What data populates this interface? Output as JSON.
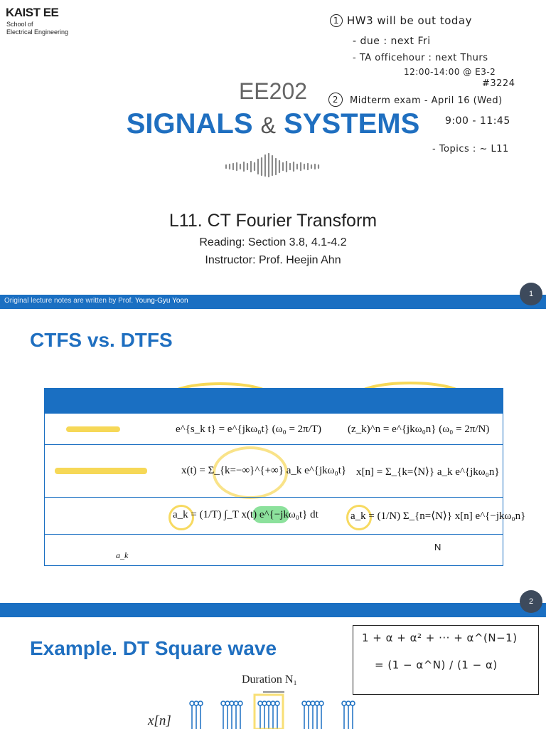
{
  "slide1": {
    "logo": {
      "name": "KAIST EE",
      "line1": "School of",
      "line2": "Electrical Engineering"
    },
    "course_code": "EE202",
    "course_title": {
      "left": "SIGNALS",
      "amp": "&",
      "right": "SYSTEMS"
    },
    "lecture_title": "L11. CT Fourier Transform",
    "reading": "Reading: Section 3.8, 4.1-4.2",
    "instructor": "Instructor: Prof. Heejin Ahn",
    "credit_prefix": "Original lecture notes are written by Prof.",
    "credit_name": "Young-Gyu Yoon",
    "page_number": "1",
    "notes": {
      "n1_num": "1",
      "n1_line": "HW3 will be out today",
      "n1_due": "- due :  next Fri",
      "n1_ta": "- TA officehour :  next Thurs",
      "n1_time": "12:00-14:00  @  E3-2",
      "n1_room": "#3224",
      "n2_num": "2",
      "n2_line": "Midterm exam  -  April 16 (Wed)",
      "n2_time": "9:00 - 11:45",
      "n2_topics": "- Topics :  ~ L11"
    }
  },
  "slide2": {
    "title": "CTFS vs. DTFS",
    "rows": {
      "r1_ct": "e^{s_k t} = e^{jkω₀t}  (ω₀ = 2π/T)",
      "r1_dt": "(z_k)^n = e^{jkω₀n}  (ω₀ = 2π/N)",
      "r2_ct": "x(t) = Σ_{k=−∞}^{+∞} a_k e^{jkω₀t}",
      "r2_dt": "x[n] = Σ_{k=⟨N⟩} a_k e^{jkω₀n}",
      "r3_ct": "a_k = (1/T) ∫_T x(t) e^{−jkω₀t} dt",
      "r3_dt": "a_k = (1/N) Σ_{n=⟨N⟩} x[n] e^{−jkω₀n}",
      "r4_ct": "a_k",
      "r4_dt": "N"
    },
    "page_number": "2"
  },
  "slide3": {
    "title": "Example. DT Square wave",
    "duration_label": "Duration N₁",
    "signal_label": "x[n]",
    "note_line1": "1 + α + α² + ··· + α^(N−1)",
    "note_line2": "= (1 − α^N) / (1 − α)"
  },
  "colors": {
    "accent": "#1f6fc0",
    "bar": "#1a6fc2",
    "highlight_yellow": "#f5d13a",
    "highlight_green": "#2ec84a"
  }
}
